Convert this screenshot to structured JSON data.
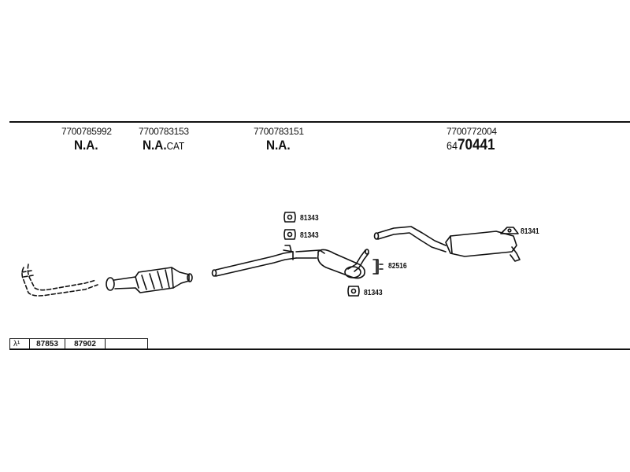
{
  "sections": [
    {
      "part_number": "7700785992",
      "label": "N.A.",
      "label_suffix": ""
    },
    {
      "part_number": "7700783153",
      "label": "N.A.",
      "label_suffix": "CAT"
    },
    {
      "part_number": "7700783151",
      "label": "N.A.",
      "label_suffix": ""
    },
    {
      "part_number": "7700772004",
      "code_prefix": "64",
      "code_main": "70441"
    }
  ],
  "callouts": [
    "81343",
    "81343",
    "82516",
    "81343",
    "81341"
  ],
  "lambda_table": {
    "symbol": "λ¹",
    "cells": [
      "87853",
      "87902",
      ""
    ]
  }
}
